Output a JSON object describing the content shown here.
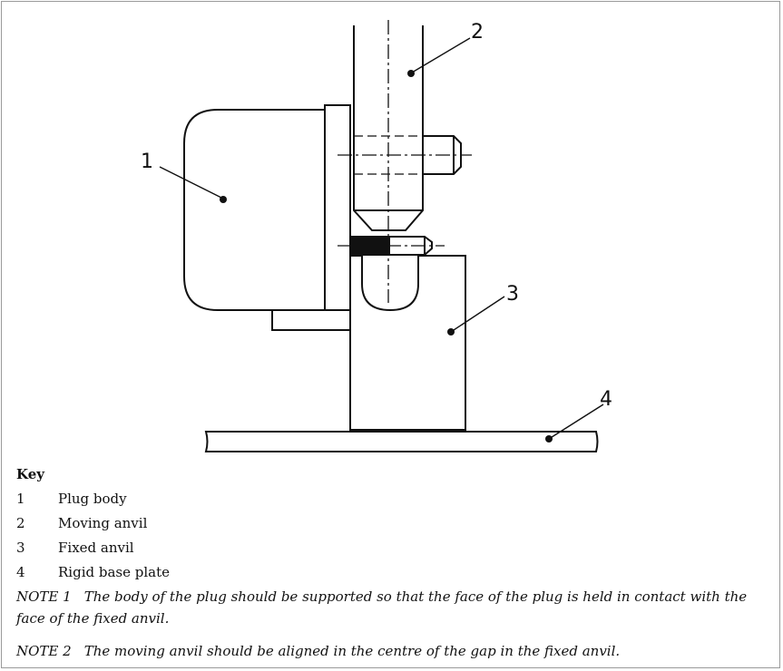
{
  "figure": {
    "callouts": [
      "1",
      "2",
      "3",
      "4"
    ]
  },
  "key": {
    "title": "Key",
    "items": [
      {
        "num": "1",
        "label": "Plug body"
      },
      {
        "num": "2",
        "label": "Moving anvil"
      },
      {
        "num": "3",
        "label": "Fixed anvil"
      },
      {
        "num": "4",
        "label": "Rigid base plate"
      }
    ]
  },
  "notes": [
    {
      "label": "NOTE 1",
      "text": "The body of the plug should be supported so that the face of the plug is held in contact with the face of the fixed anvil."
    },
    {
      "label": "NOTE 2",
      "text": "The moving anvil should be aligned in the centre of the gap in the fixed anvil."
    }
  ],
  "colors": {
    "line": "#111111",
    "border": "#9a9a9a"
  }
}
